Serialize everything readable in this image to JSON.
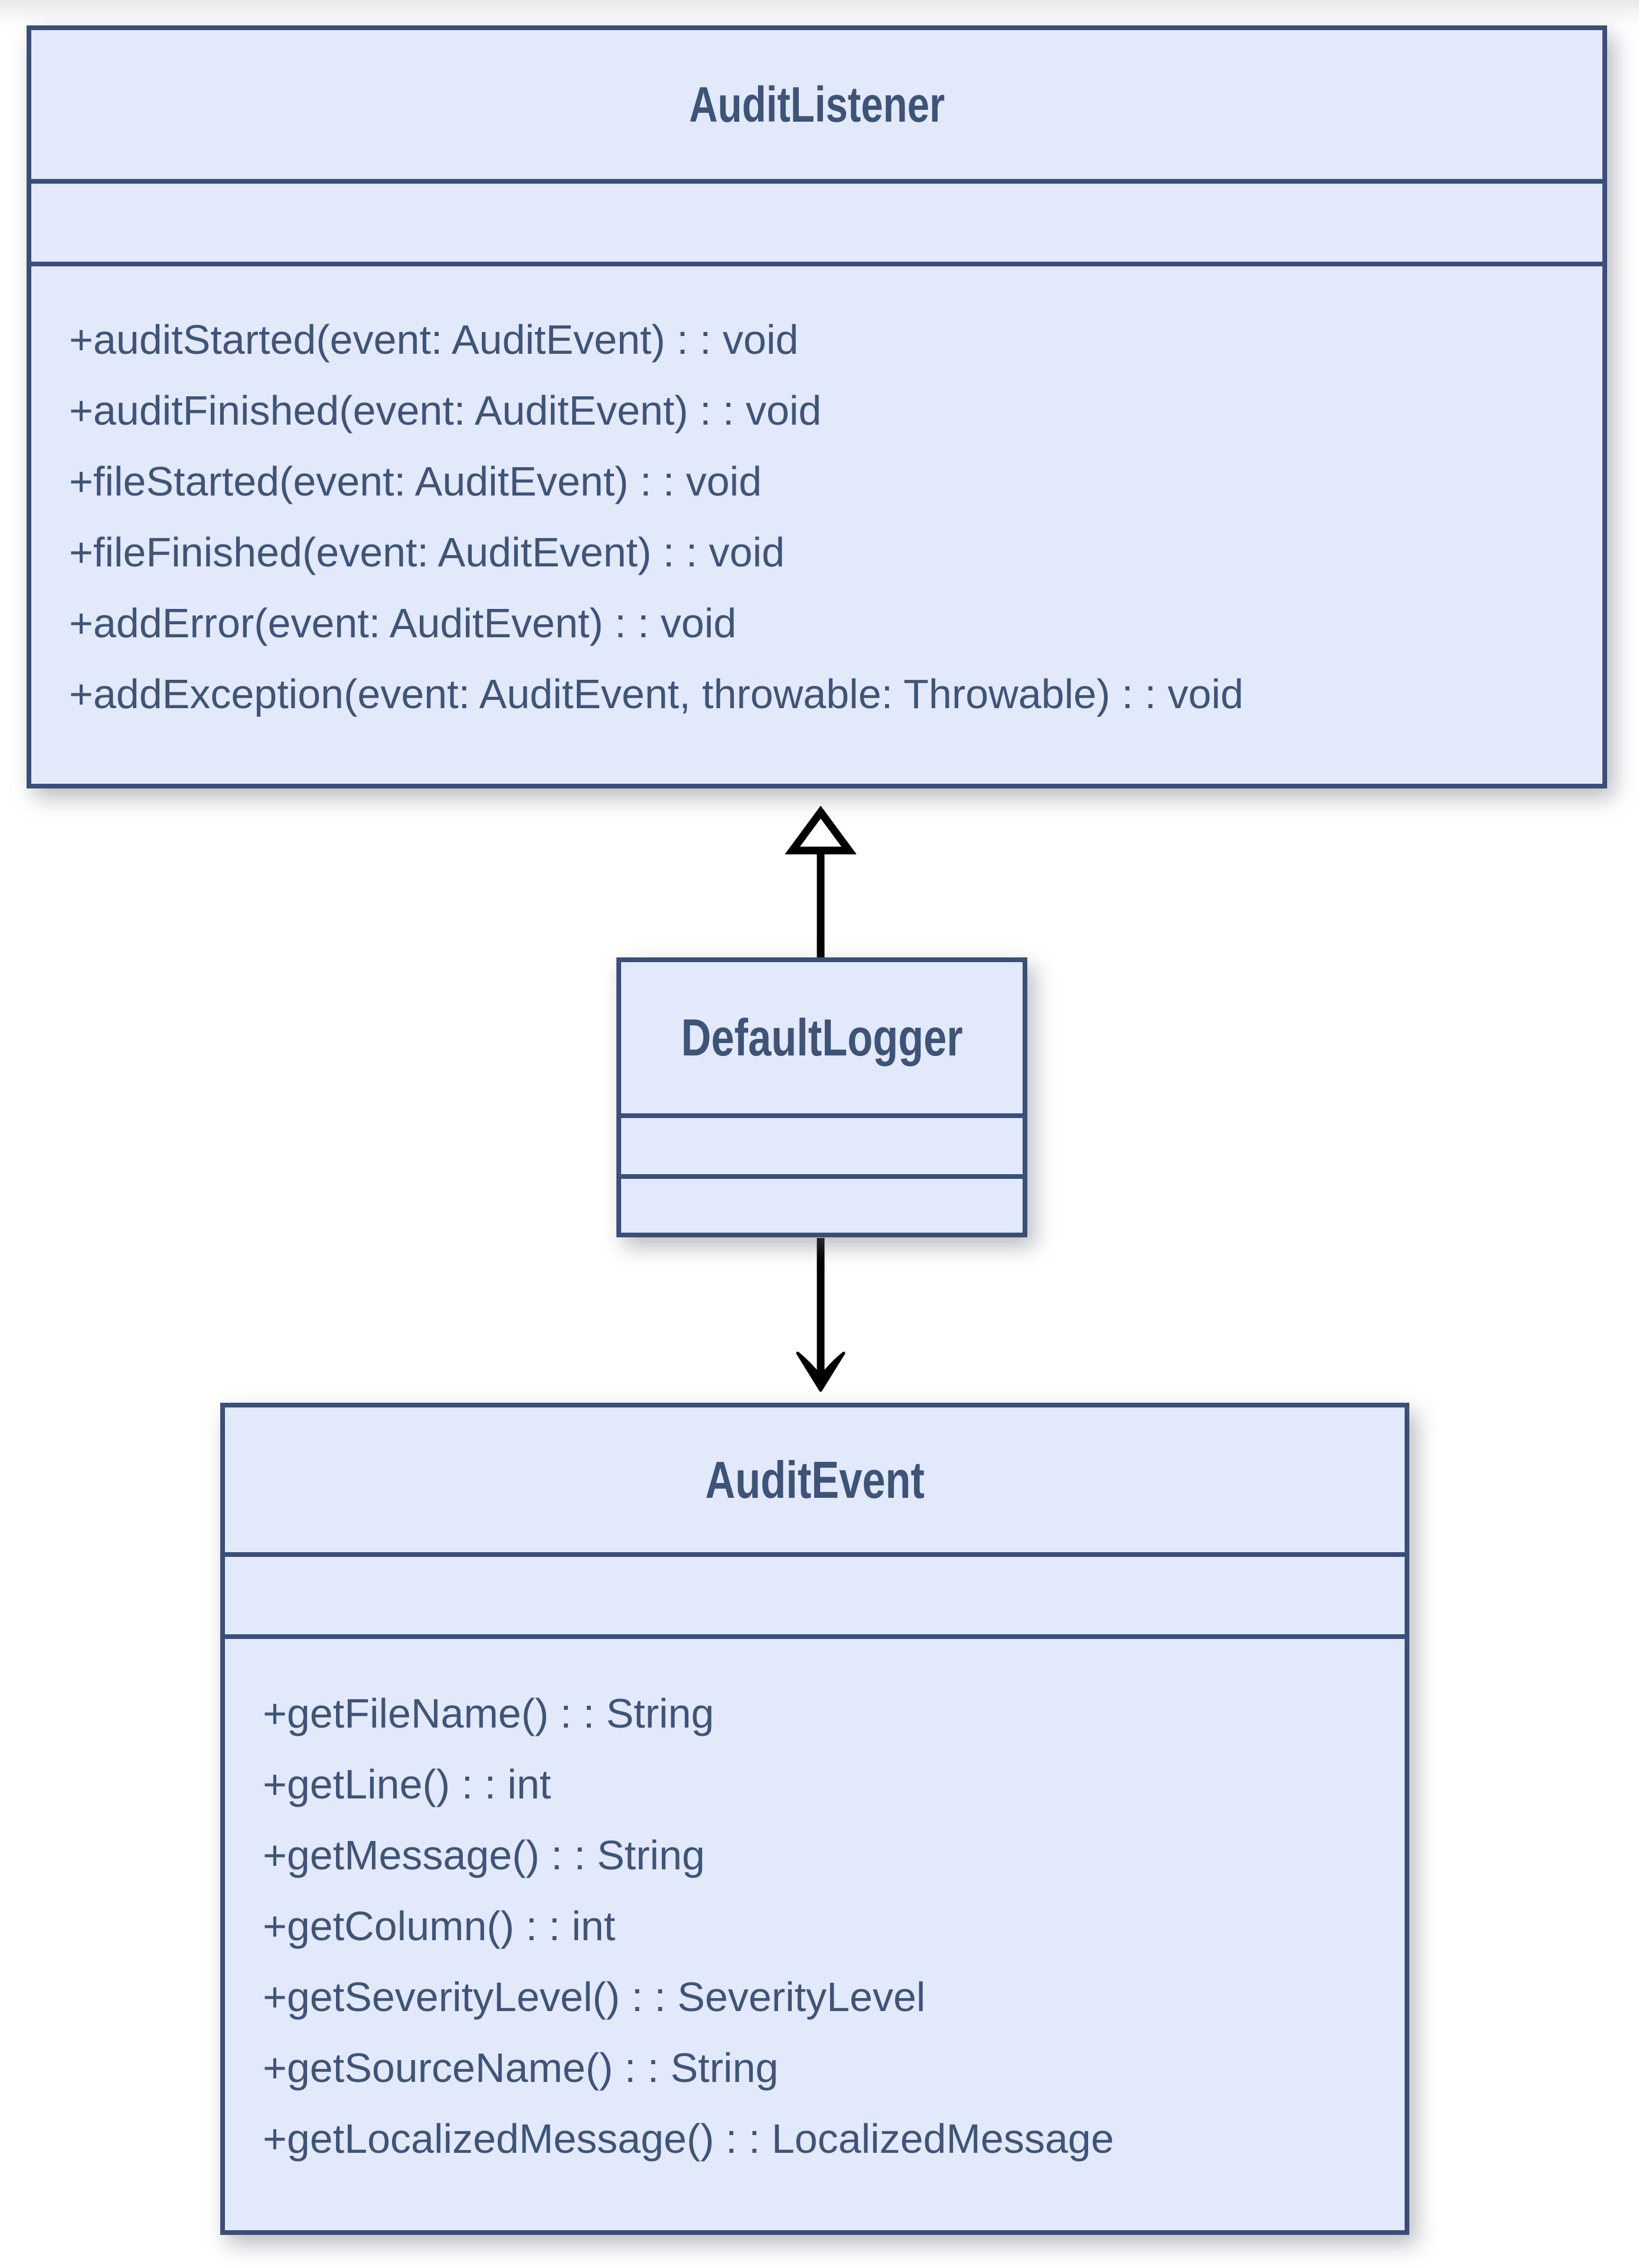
{
  "diagram": {
    "type": "uml-class-diagram",
    "colors": {
      "box_fill": "#e2e9fb",
      "box_border": "#3a4f78",
      "text": "#3e5478",
      "connector": "#000000",
      "page_top_tint": "#e8e8ea"
    },
    "classes": {
      "audit_listener": {
        "name": "AuditListener",
        "attributes": [],
        "methods": [
          "+auditStarted(event: AuditEvent) : : void",
          "+auditFinished(event: AuditEvent) : : void",
          "+fileStarted(event: AuditEvent) : : void",
          "+fileFinished(event: AuditEvent) : : void",
          "+addError(event: AuditEvent) : : void",
          "+addException(event: AuditEvent, throwable: Throwable) : : void"
        ]
      },
      "default_logger": {
        "name": "DefaultLogger",
        "attributes": [],
        "methods": []
      },
      "audit_event": {
        "name": "AuditEvent",
        "attributes": [],
        "methods": [
          "+getFileName() : : String",
          "+getLine() : : int",
          "+getMessage() : : String",
          "+getColumn() : : int",
          "+getSeverityLevel() : : SeverityLevel",
          "+getSourceName() : : String",
          "+getLocalizedMessage() : : LocalizedMessage"
        ]
      }
    },
    "relations": [
      {
        "from": "DefaultLogger",
        "to": "AuditListener",
        "type": "generalization",
        "arrowhead": "hollow-triangle"
      },
      {
        "from": "DefaultLogger",
        "to": "AuditEvent",
        "type": "directed-association",
        "arrowhead": "open-v"
      }
    ]
  }
}
